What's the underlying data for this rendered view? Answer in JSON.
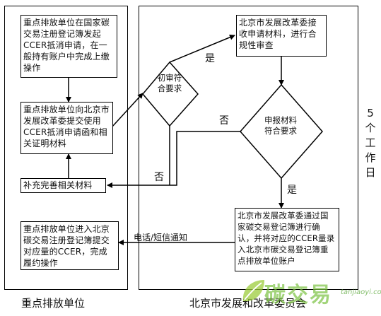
{
  "lanes": {
    "left_title": "重点排放单位",
    "right_title": "北京市发展和改革委员会"
  },
  "boxes": {
    "apply_cancel": "重点排放单位在国家碳交易注册登记簿发起CCER抵消申请，在一般持有账户中完成上缴操作",
    "submit_letter": "重点排放单位向北京市发展改革委提交使用CCER抵消申请函和相关证明材料",
    "supplement": "补充完善相关材料",
    "transfer_ccer": "重点排放单位进入北京碳交易注册登记簿提交对应量的CCER，完成履约操作",
    "receive_review": "北京市发展改革委接收申请材料，进行合规性审查",
    "confirm_record": "北京市发展改革委通过国家碳交易登记簿进行确认，并将对应的CCER量录入北京市碳交易登记簿重点排放单位账户"
  },
  "decisions": {
    "initial_review": "初审符合要求",
    "material_review": "申报材料符合要求"
  },
  "labels": {
    "yes_1": "是",
    "no_1": "否",
    "no_2": "否",
    "yes_2": "是",
    "notify": "电话/短信通知"
  },
  "side_note": {
    "number": "5",
    "chars": [
      "个",
      "工",
      "作",
      "日"
    ]
  },
  "watermark": {
    "brand": "碳交易",
    "url": "tanjiaoyi.com"
  }
}
